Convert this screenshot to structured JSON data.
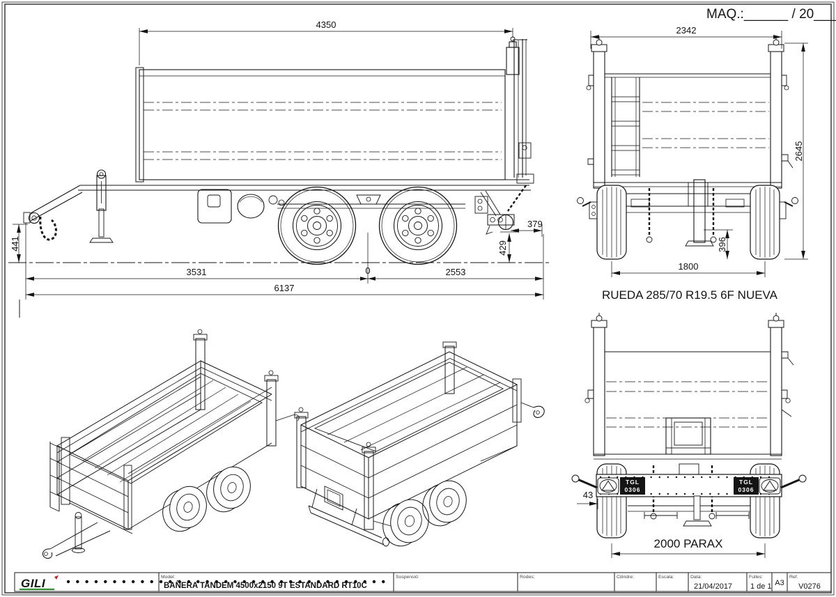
{
  "page": {
    "maq_text": "MAQ.:______ / 20____"
  },
  "side_view": {
    "dim_top_width": "4350",
    "dim_hitch_height": "441",
    "dim_front_to_axle": "3531",
    "dim_axle_zero": "0",
    "dim_axle_to_rear": "2553",
    "dim_total_length": "6137",
    "dim_rear_overhang": "379",
    "dim_rear_height": "429"
  },
  "rear_view": {
    "dim_overall_width": "2342",
    "dim_overall_height": "2645",
    "dim_frame_height": "396",
    "dim_track_width": "1800",
    "caption": "RUEDA 285/70 R19.5 6F NUEVA"
  },
  "front_view": {
    "dim_side_offset": "43",
    "dim_track": "2000 PARAX",
    "plate_line1": "TGL",
    "plate_line2": "0306"
  },
  "title_block": {
    "logo_text": "GILI",
    "model_label": "Model:",
    "model_value": "BAÑERA TANDEM 4500x2150 9T ESTANDARD RT10C",
    "suspension_label": "Suspensió:",
    "wheels_label": "Rodes:",
    "cylinder_label": "Cilindre:",
    "scale_label": "Escala:",
    "date_label": "Data:",
    "date_value": "21/04/2017",
    "sheets_label": "Fulles:",
    "sheets_value": "1 de 1",
    "format_value": "A3",
    "ref_label": "Ref.",
    "ref_value": "V0276"
  },
  "colors": {
    "line": "#1a1a1a",
    "logo_red": "#bb2228",
    "logo_green": "#2e8b2e",
    "plate_bg": "#141414"
  }
}
